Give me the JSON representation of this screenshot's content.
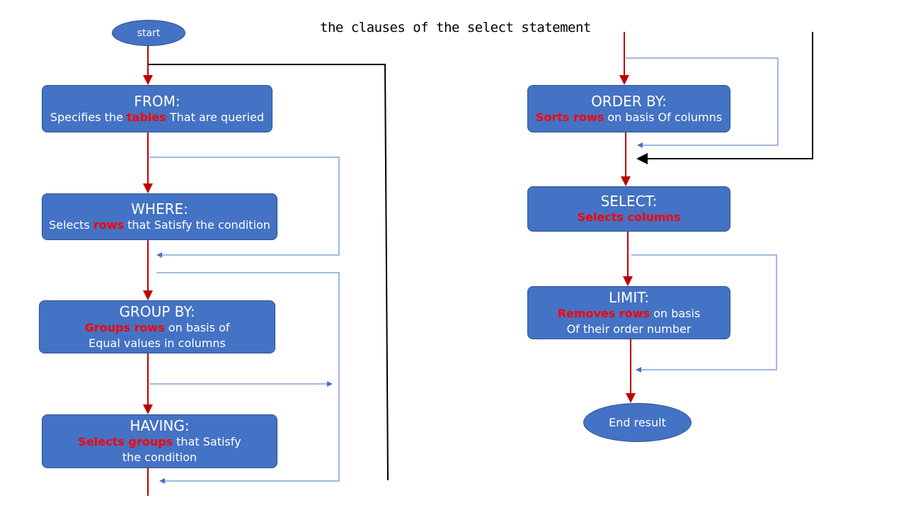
{
  "title": "the clauses of the select statement",
  "start": "start",
  "end": "End result",
  "clauses": {
    "from": {
      "head": "FROM:",
      "d1a": "Specifies the ",
      "d1b": "tables",
      "d1c": " That are queried"
    },
    "where": {
      "head": "WHERE:",
      "d1a": "Selects ",
      "d1b": "rows",
      "d1c": " that Satisfy the condition"
    },
    "group_by": {
      "head": "GROUP BY:",
      "d1b": "Groups rows",
      "d1c": " on basis of",
      "d2": "Equal values in columns"
    },
    "having": {
      "head": "HAVING:",
      "d1b": "Selects groups",
      "d1c": " that Satisfy",
      "d2": "the condition"
    },
    "order_by": {
      "head": "ORDER BY:",
      "d1b": "Sorts rows",
      "d1c": " on basis Of columns"
    },
    "select": {
      "head": "SELECT:",
      "d1b": "Selects columns"
    },
    "limit": {
      "head": "LIMIT:",
      "d1b": "Removes rows",
      "d1c": " on basis",
      "d2": "Of their order number"
    }
  },
  "colors": {
    "box_fill": "#4472c4",
    "box_border": "#2f528f",
    "flow_arrow": "#c00000",
    "bypass_arrow": "#4472c4",
    "highlight": "#ff0000",
    "skip_line": "#000000"
  }
}
